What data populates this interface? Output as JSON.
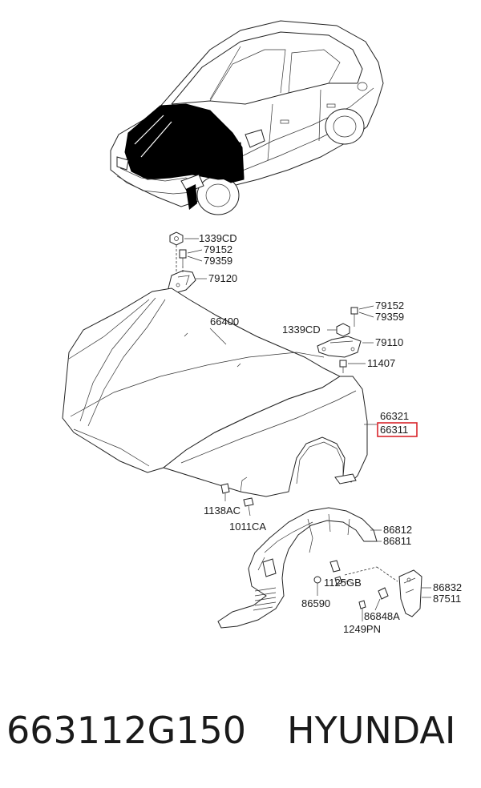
{
  "labels": {
    "l1339cd_a": "1339CD",
    "l79152_a": "79152",
    "l79359_a": "79359",
    "l79120": "79120",
    "l66400": "66400",
    "l79152_b": "79152",
    "l79359_b": "79359",
    "l1339cd_b": "1339CD",
    "l79110": "79110",
    "l11407": "11407",
    "l66321": "66321",
    "l66311": "66311",
    "l1138ac": "1138AC",
    "l1011ca": "1011CA",
    "l86812": "86812",
    "l86811": "86811",
    "l1125gb": "1125GB",
    "l86590": "86590",
    "l86832": "86832",
    "l87511": "87511",
    "l86848a": "86848A",
    "l1249pn": "1249PN"
  },
  "caption": {
    "part_number": "663112G150",
    "brand": "HYUNDAI"
  },
  "colors": {
    "highlight": "#d9252b",
    "line": "#222222",
    "hood_fill": "#000000"
  }
}
